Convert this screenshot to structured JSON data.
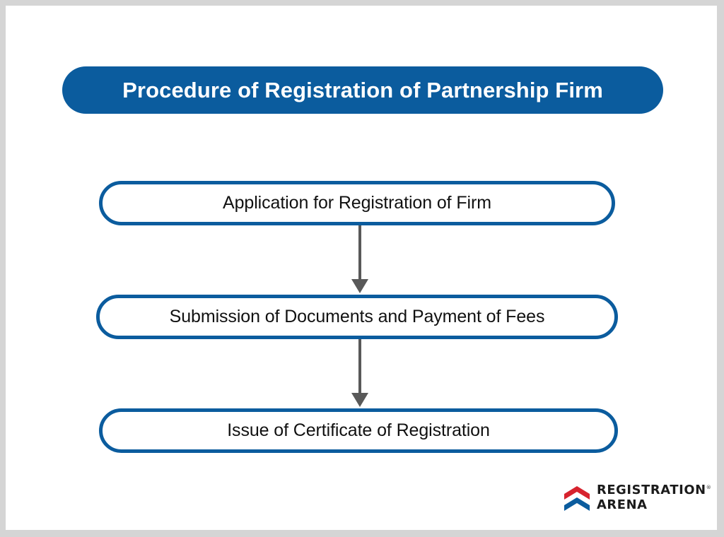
{
  "page": {
    "background_color": "#d5d5d5",
    "canvas_color": "#ffffff",
    "accent_color": "#0B5C9E",
    "arrow_color": "#595959",
    "text_color": "#111111"
  },
  "header": {
    "title": "Procedure of Registration of Partnership Firm"
  },
  "flowchart": {
    "type": "flowchart",
    "orientation": "vertical",
    "steps": [
      {
        "index": 1,
        "label": "Application for Registration of Firm"
      },
      {
        "index": 2,
        "label": "Submission of Documents and Payment of Fees"
      },
      {
        "index": 3,
        "label": "Issue of Certificate of Registration"
      }
    ],
    "connectors": [
      {
        "from": 1,
        "to": 2,
        "style": "down-arrow"
      },
      {
        "from": 2,
        "to": 3,
        "style": "down-arrow"
      }
    ]
  },
  "logo": {
    "mark_icon": "double-chevron-up-icon",
    "mark_colors": {
      "top": "#d7232e",
      "bottom": "#0B5C9E"
    },
    "line1": "REGISTRATION",
    "registered_symbol": "®",
    "line2": "ARENA"
  }
}
